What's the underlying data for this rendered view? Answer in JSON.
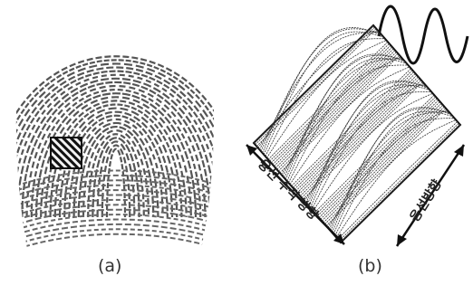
{
  "figure": {
    "panels": [
      {
        "caption": "(a)",
        "subject": "fingerprint",
        "marker": "hatched square region"
      },
      {
        "caption": "(b)",
        "subject": "3D ridge surface of marked region"
      }
    ],
    "axis_labels": {
      "ridge_perpendicular": "융선 수직 방향",
      "ridge_direction": "융선방향"
    },
    "colors": {
      "ink": "#222222",
      "fingerprint": "#555555",
      "background": "#ffffff"
    },
    "icons": [
      "hatched-square-marker",
      "double-arrow",
      "sine-wave"
    ]
  }
}
